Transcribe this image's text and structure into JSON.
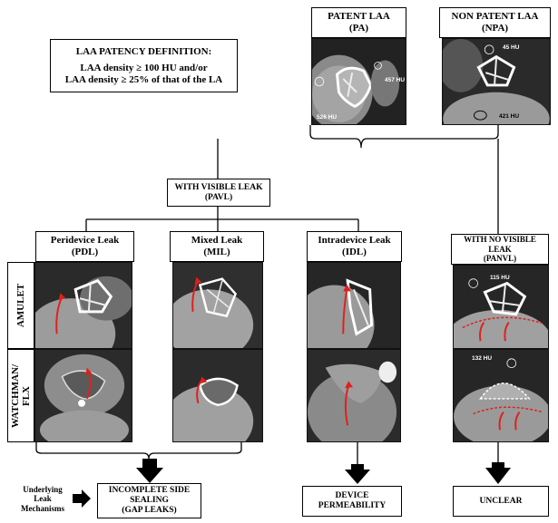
{
  "definition": {
    "title": "LAA PATENCY DEFINITION:",
    "line1": "LAA density ≥ 100 HU and/or",
    "line2": "LAA density ≥ 25% of that of the LA"
  },
  "patent": {
    "line1": "PATENT LAA",
    "line2": "(PA)",
    "hu_a": "457 HU",
    "hu_b": "526 HU"
  },
  "non_patent": {
    "line1": "NON PATENT LAA",
    "line2": "(NPA)",
    "hu_a": "45 HU",
    "hu_b": "421 HU"
  },
  "visible_leak": {
    "line1": "WITH VISIBLE LEAK",
    "line2": "(PAVL)"
  },
  "columns": {
    "pdl": {
      "line1": "Peridevice Leak",
      "line2": "(PDL)"
    },
    "mil": {
      "line1": "Mixed Leak",
      "line2": "(MIL)"
    },
    "idl": {
      "line1": "Intradevice Leak",
      "line2": "(IDL)"
    },
    "panvl": {
      "line1": "WITH NO VISIBLE",
      "line2": "LEAK",
      "line3": "(PANVL)",
      "hu_a": "115 HU",
      "hu_b": "132 HU"
    }
  },
  "rows": {
    "amulet": "AMULET",
    "watchman_1": "WATCHMAN/",
    "watchman_2": "FLX"
  },
  "mechanisms": {
    "label_1": "Underlying",
    "label_2": "Leak",
    "label_3": "Mechanisms",
    "gap_1": "INCOMPLETE SIDE",
    "gap_2": "SEALING",
    "gap_3": "(GAP LEAKS)",
    "perm_1": "DEVICE",
    "perm_2": "PERMEABILITY",
    "unclear": "UNCLEAR"
  },
  "colors": {
    "arrow_red": "#e0201a",
    "ct_bg": "#1a1a1a"
  }
}
